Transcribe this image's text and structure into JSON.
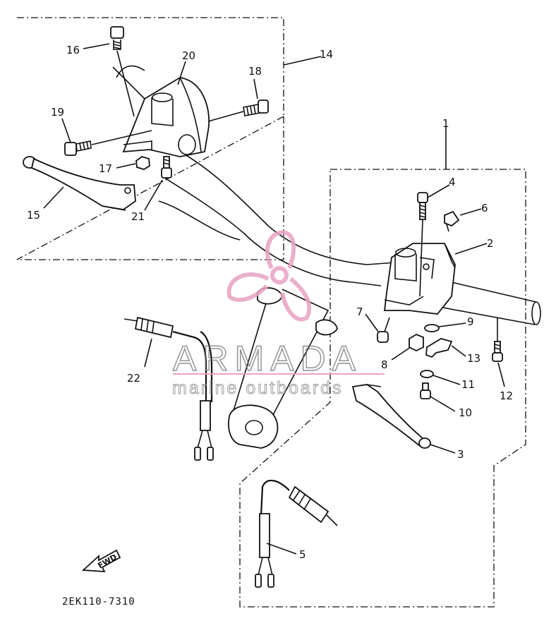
{
  "diagram": {
    "callouts": [
      {
        "id": "c1",
        "label": "1"
      },
      {
        "id": "c2",
        "label": "2"
      },
      {
        "id": "c3",
        "label": "3"
      },
      {
        "id": "c4",
        "label": "4"
      },
      {
        "id": "c5",
        "label": "5"
      },
      {
        "id": "c6",
        "label": "6"
      },
      {
        "id": "c7",
        "label": "7"
      },
      {
        "id": "c8",
        "label": "8"
      },
      {
        "id": "c9",
        "label": "9"
      },
      {
        "id": "c10",
        "label": "10"
      },
      {
        "id": "c11",
        "label": "11"
      },
      {
        "id": "c12",
        "label": "12"
      },
      {
        "id": "c13",
        "label": "13"
      },
      {
        "id": "c14",
        "label": "14"
      },
      {
        "id": "c15",
        "label": "15"
      },
      {
        "id": "c16",
        "label": "16"
      },
      {
        "id": "c17",
        "label": "17"
      },
      {
        "id": "c18",
        "label": "18"
      },
      {
        "id": "c19",
        "label": "19"
      },
      {
        "id": "c20",
        "label": "20"
      },
      {
        "id": "c21",
        "label": "21"
      },
      {
        "id": "c22",
        "label": "22"
      }
    ],
    "direction_label": "FWD",
    "drawing_code": "2EK110-7310"
  },
  "watermark": {
    "brand": "ARMADA",
    "tagline": "marine outboards",
    "color": "#e8a3c3"
  }
}
